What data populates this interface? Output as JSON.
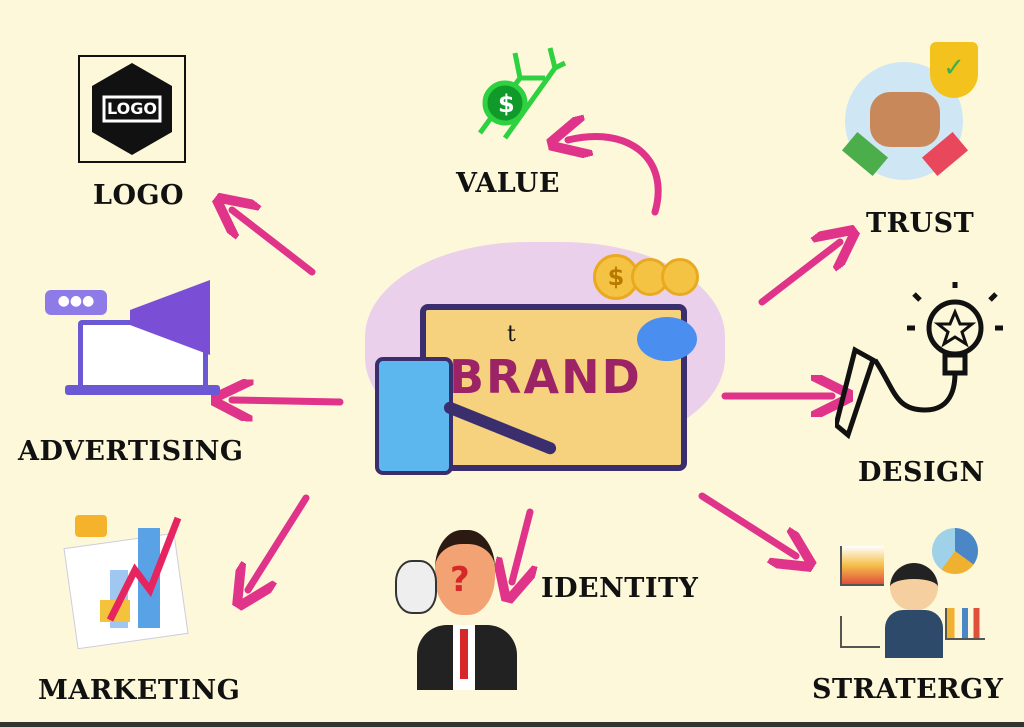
{
  "center": {
    "title": "BRAND",
    "stray_letter": "t"
  },
  "logo_icon_text": "LOGO",
  "nodes": [
    {
      "id": "logo",
      "label": "LOGO"
    },
    {
      "id": "value",
      "label": "VALUE"
    },
    {
      "id": "trust",
      "label": "TRUST"
    },
    {
      "id": "advertising",
      "label": "ADVERTISING"
    },
    {
      "id": "design",
      "label": "DESIGN"
    },
    {
      "id": "marketing",
      "label": "MARKETING"
    },
    {
      "id": "identity",
      "label": "IDENTITY"
    },
    {
      "id": "strategy",
      "label": "STRATERGY"
    }
  ],
  "colors": {
    "background": "#fdf8d9",
    "arrow": "#e0348a",
    "brand_text": "#9c2466"
  }
}
